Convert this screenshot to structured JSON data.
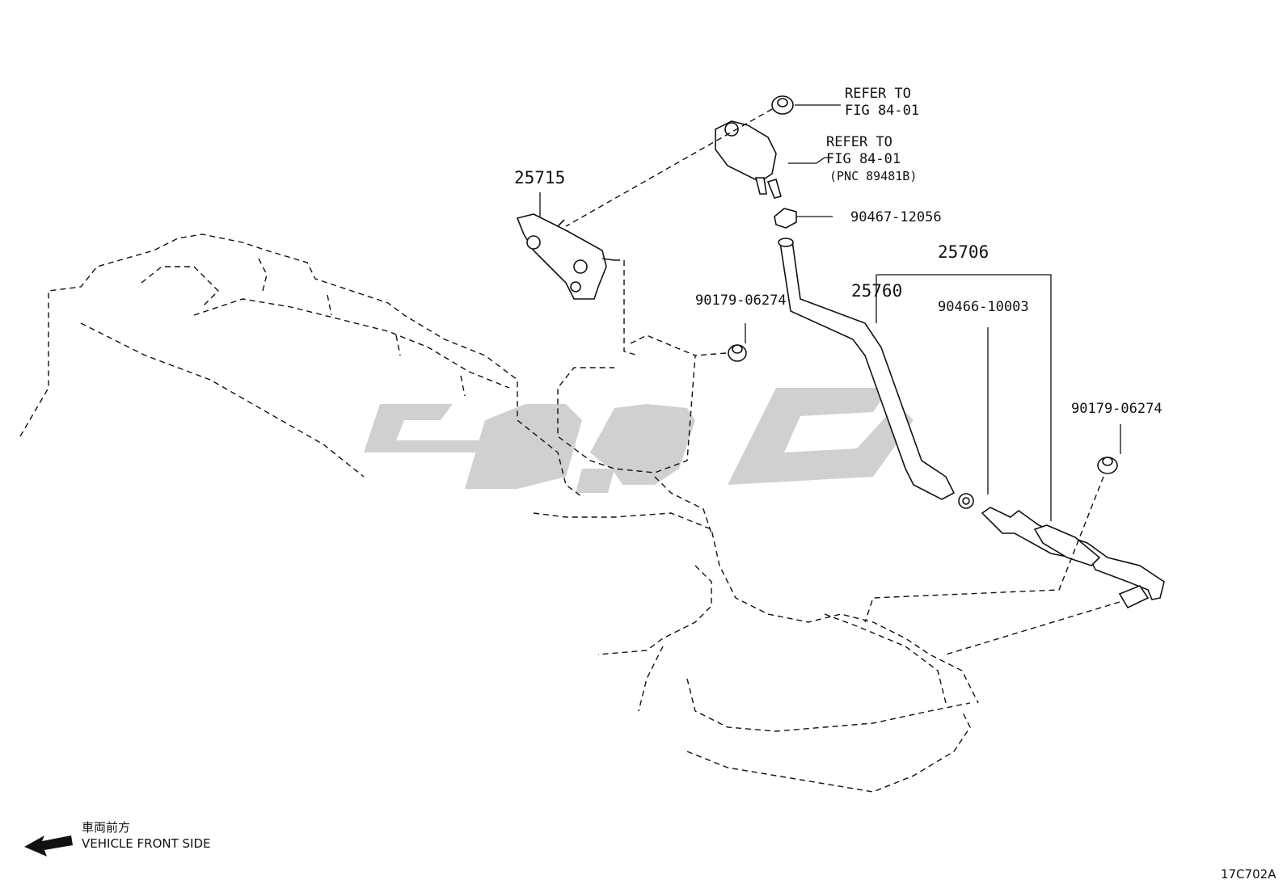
{
  "callouts": {
    "refer_bolt": [
      "REFER TO",
      "FIG 84-01"
    ],
    "refer_sensor": [
      "REFER TO",
      "FIG 84-01",
      "(PNC 89481B)"
    ],
    "p25715": "25715",
    "p90467": "90467-12056",
    "p25706": "25706",
    "p25760": "25760",
    "p90466": "90466-10003",
    "p90179_a": "90179-06274",
    "p90179_b": "90179-06274"
  },
  "orientation": {
    "jp": "車両前方",
    "en": "VEHICLE FRONT SIDE"
  },
  "figure_code": "17C702A",
  "watermark_color": "#c8c8c8"
}
